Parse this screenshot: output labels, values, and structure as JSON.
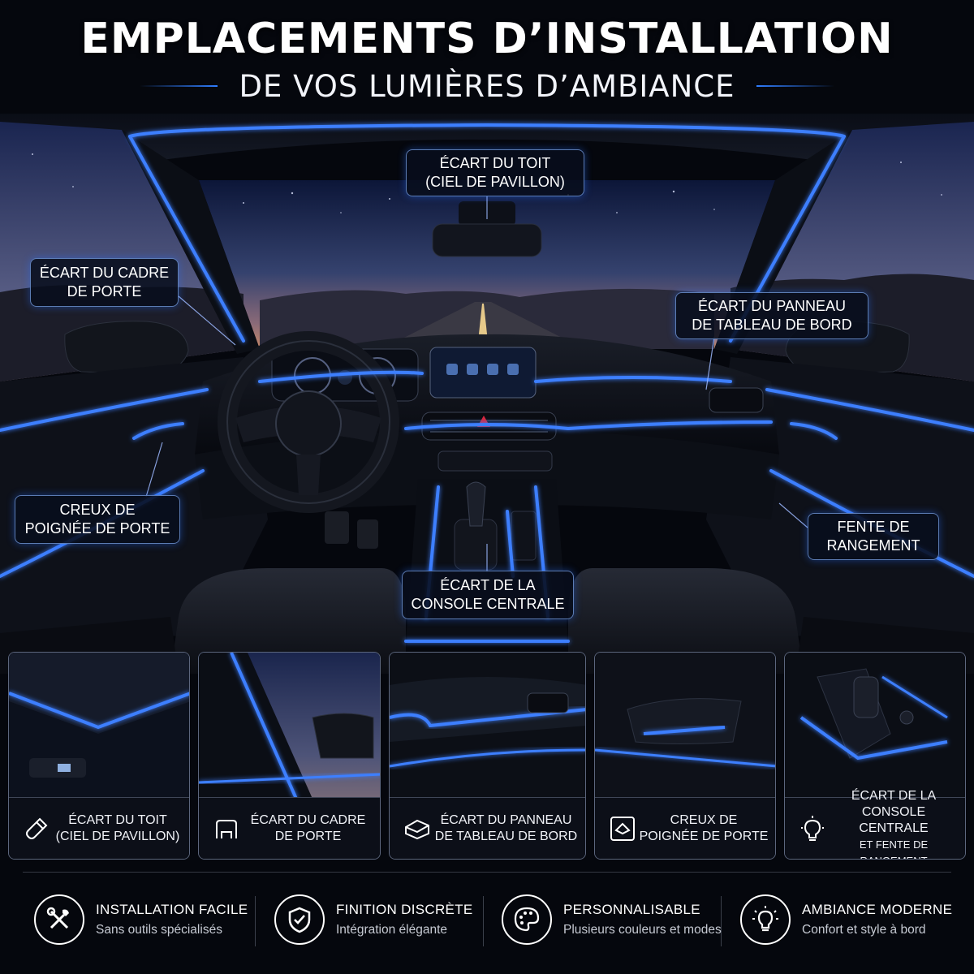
{
  "header": {
    "title": "EMPLACEMENTS D’INSTALLATION",
    "subtitle": "DE VOS LUMIÈRES D’AMBIANCE"
  },
  "callouts": {
    "roof": [
      "ÉCART DU TOIT",
      "(CIEL DE PAVILLON)"
    ],
    "door_frame": [
      "ÉCART DU CADRE",
      "DE PORTE"
    ],
    "dashboard": [
      "ÉCART DU PANNEAU",
      "DE TABLEAU DE BORD"
    ],
    "door_handle": [
      "CREUX DE",
      "POIGNÉE DE PORTE"
    ],
    "storage": [
      "FENTE DE",
      "RANGEMENT"
    ],
    "console": [
      "ÉCART DE LA",
      "CONSOLE CENTRALE"
    ]
  },
  "cards": [
    {
      "icon": "flashlight-icon",
      "lines": [
        "ÉCART DU TOIT",
        "(CIEL DE PAVILLON)"
      ]
    },
    {
      "icon": "door-frame-icon",
      "lines": [
        "ÉCART DU CADRE",
        "DE PORTE"
      ]
    },
    {
      "icon": "dashboard-panel-icon",
      "lines": [
        "ÉCART DU PANNEAU",
        "DE TABLEAU DE BORD"
      ]
    },
    {
      "icon": "door-handle-icon",
      "lines": [
        "CREUX DE",
        "POIGNÉE DE PORTE"
      ]
    },
    {
      "icon": "light-bulb-icon",
      "lines": [
        "ÉCART DE LA",
        "CONSOLE CENTRALE",
        "ET FENTE DE RANGEMENT"
      ]
    }
  ],
  "features": [
    {
      "icon": "tools-icon",
      "title": "INSTALLATION FACILE",
      "subtitle": "Sans outils spécialisés"
    },
    {
      "icon": "shield-check-icon",
      "title": "FINITION DISCRÈTE",
      "subtitle": "Intégration élégante"
    },
    {
      "icon": "palette-icon",
      "title": "PERSONNALISABLE",
      "subtitle": "Plusieurs couleurs et modes"
    },
    {
      "icon": "bulb-icon",
      "title": "AMBIANCE MODERNE",
      "subtitle": "Confort et style à bord"
    }
  ],
  "colors": {
    "accent_blue": "#2f7dff",
    "glow_blue": "#4d8dff",
    "background": "#05070d",
    "panel_border": "#a0afcd"
  }
}
